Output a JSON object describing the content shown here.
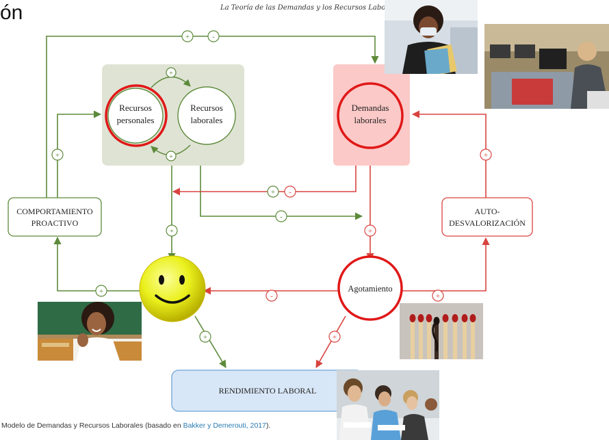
{
  "slide_title": "ón",
  "figure_title": "La Teoría de las Demandas y los Recursos Laborales",
  "nodes": {
    "recursos_personales": [
      "Recursos",
      "personales"
    ],
    "recursos_laborales": [
      "Recursos",
      "laborales"
    ],
    "demandas_laborales": [
      "Demandas",
      "laborales"
    ],
    "comportamiento_proactivo": [
      "COMPORTAMIENTO",
      "PROACTIVO"
    ],
    "auto_desvalorizacion": [
      "AUTO-",
      "DESVALORIZACIÓN"
    ],
    "agotamiento": "Agotamiento",
    "rendimiento_laboral": "RENDIMIENTO LABORAL"
  },
  "signs": {
    "plus": "+",
    "minus": "-"
  },
  "caption": {
    "prefix": "Modelo de Demandas y Recursos Laborales (basado en ",
    "citation": "Bakker y Demerouti, 2017",
    "suffix": ")."
  },
  "colors": {
    "green": "#5c8a3a",
    "red": "#d9433f",
    "highlight_red": "#e01818",
    "resources_bg": "#dfe3d4",
    "demands_bg": "#fbc9c7",
    "performance_bg": "#d8e7f7",
    "performance_border": "#6fa3d8"
  },
  "photos": [
    {
      "subject": "teacher-with-mask"
    },
    {
      "subject": "teacher-at-laptop"
    },
    {
      "subject": "smiling-student"
    },
    {
      "subject": "burnt-matches"
    },
    {
      "subject": "students-writing"
    }
  ]
}
